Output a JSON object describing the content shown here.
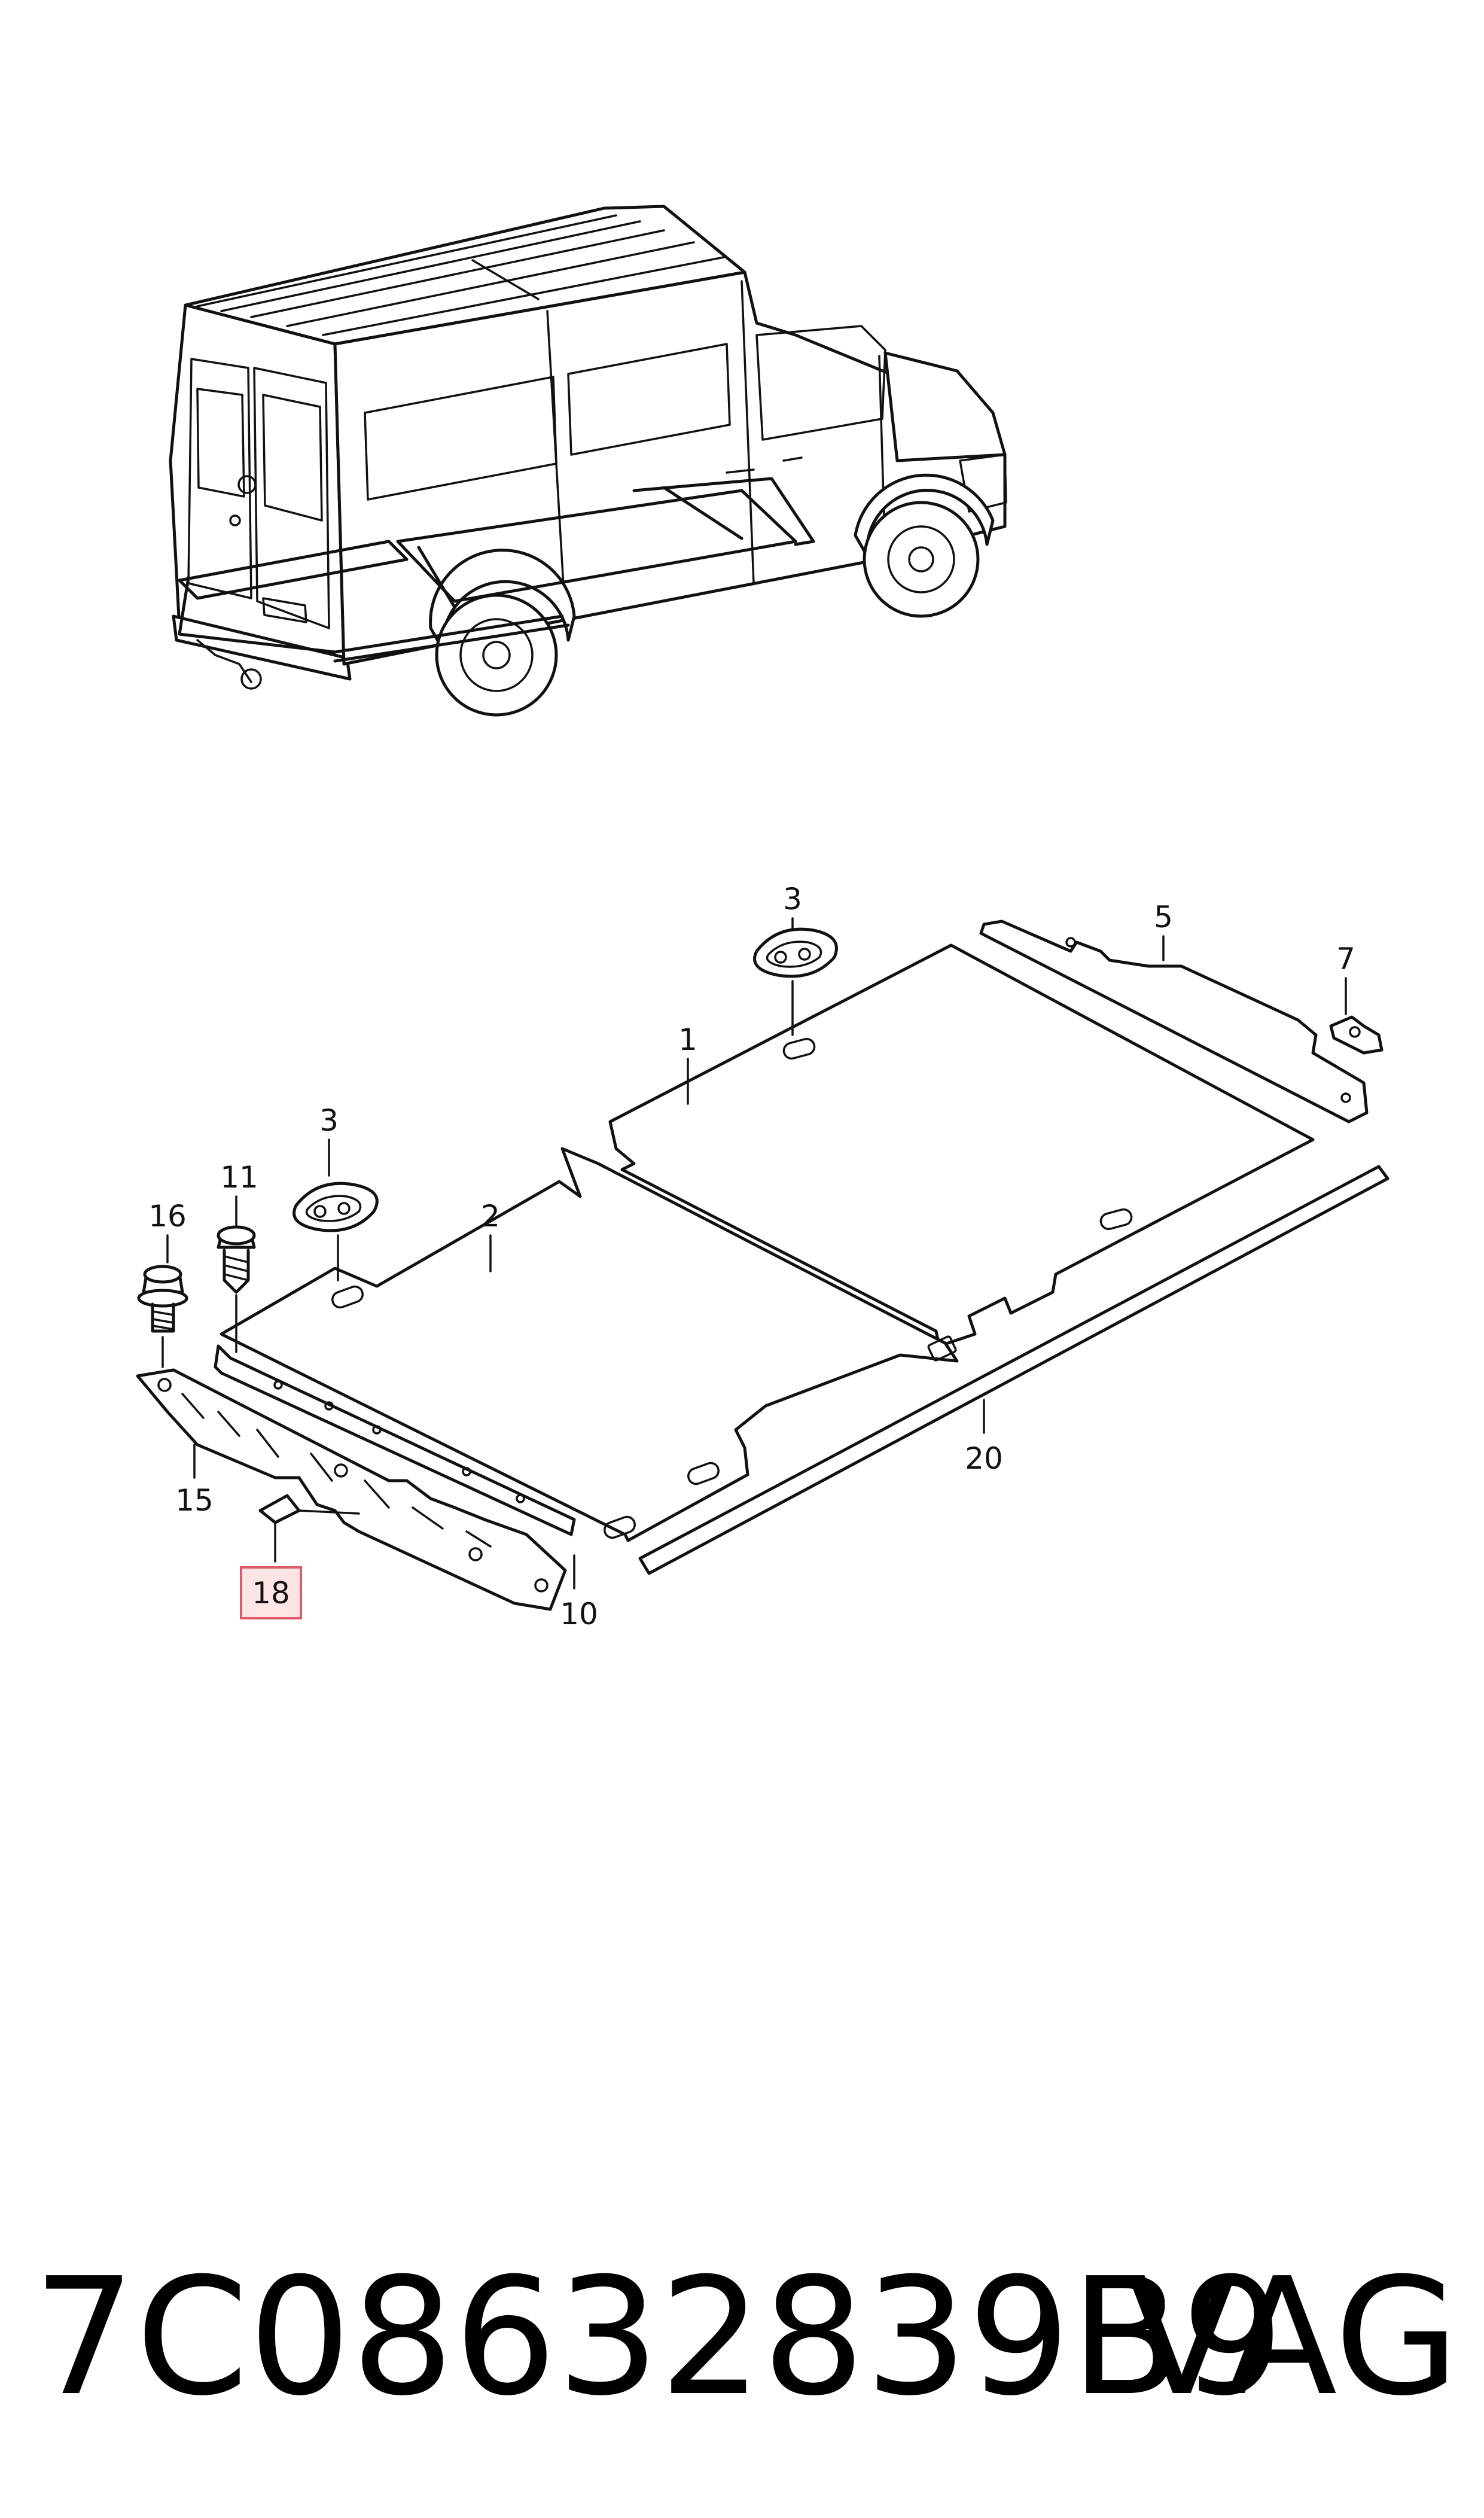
{
  "diagram": {
    "callouts": [
      {
        "id": "c1",
        "label": "1"
      },
      {
        "id": "c2",
        "label": "2"
      },
      {
        "id": "c3a",
        "label": "3"
      },
      {
        "id": "c3b",
        "label": "3"
      },
      {
        "id": "c5",
        "label": "5"
      },
      {
        "id": "c7",
        "label": "7"
      },
      {
        "id": "c10",
        "label": "10"
      },
      {
        "id": "c11",
        "label": "11"
      },
      {
        "id": "c15",
        "label": "15"
      },
      {
        "id": "c16",
        "label": "16"
      },
      {
        "id": "c18",
        "label": "18",
        "highlighted": true
      },
      {
        "id": "c20",
        "label": "20"
      }
    ],
    "highlight_color": "#e05a6a"
  },
  "footer": {
    "part_number": "7C08632839B9",
    "brand": "VAG"
  }
}
